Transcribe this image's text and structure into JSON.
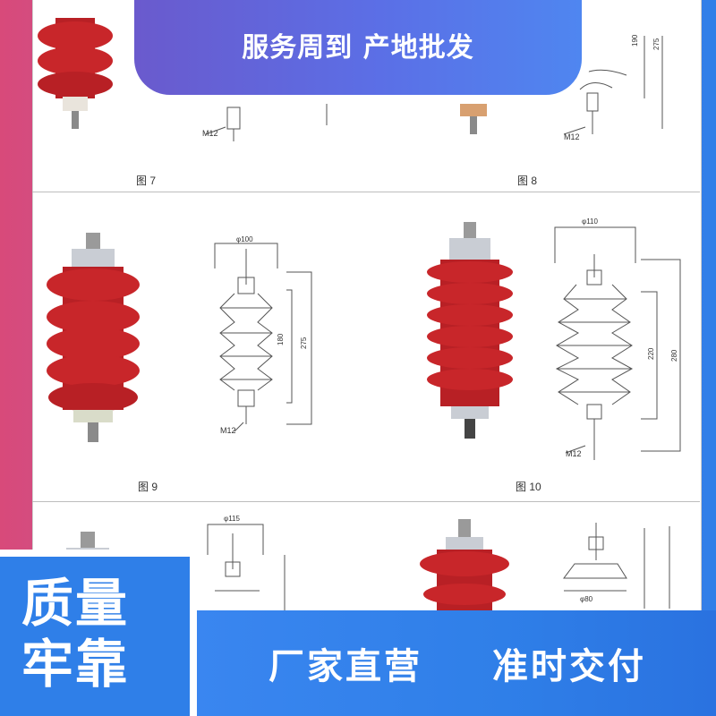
{
  "banner_top": {
    "text": "服务周到 产地批发"
  },
  "banner_bottom": {
    "left_line1": "质量",
    "left_line2": "牢靠",
    "slogan1": "厂家直营",
    "slogan2": "准时交付"
  },
  "figures": {
    "fig7": {
      "label": "图 7",
      "bolt": "M12"
    },
    "fig8": {
      "label": "图 8",
      "bolt": "M12",
      "dim1": "190",
      "dim2": "275"
    },
    "fig9": {
      "label": "图 9",
      "top": "φ100",
      "bolt": "M12",
      "dim1": "180",
      "dim2": "275"
    },
    "fig10": {
      "label": "图 10",
      "top": "φ110",
      "bolt": "M12",
      "dim1": "220",
      "dim2": "280"
    },
    "fig11": {
      "top": "φ115"
    },
    "fig12": {
      "bottom": "φ80"
    }
  },
  "colors": {
    "insulator_red": "#c8262a",
    "banner_blue": "#2f7fe8",
    "banner_purple": "#6a5acd"
  }
}
